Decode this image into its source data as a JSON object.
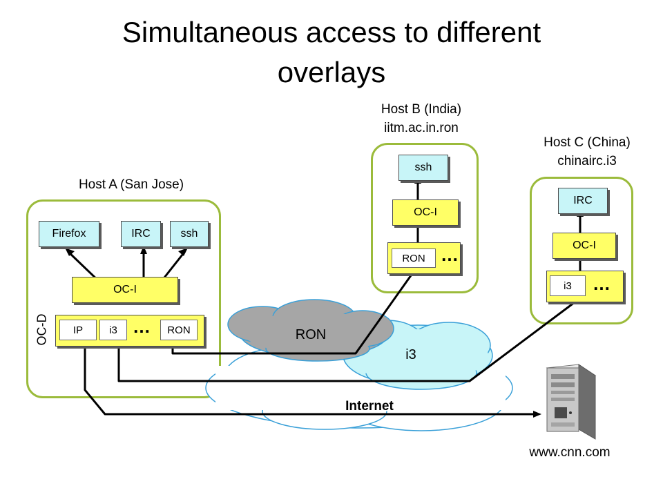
{
  "title": {
    "line1": "Simultaneous access to different",
    "line2": "overlays"
  },
  "host_a": {
    "label": "Host A (San Jose)",
    "apps": [
      "Firefox",
      "IRC",
      "ssh"
    ],
    "oc_i": "OC-I",
    "oc_d": "OC-D",
    "overlays": [
      "IP",
      "i3",
      "RON"
    ],
    "ellipsis": "…"
  },
  "host_b": {
    "label_line1": "Host B (India)",
    "label_line2": "iitm.ac.in.ron",
    "app": "ssh",
    "oc_i": "OC-I",
    "overlay": "RON",
    "ellipsis": "…"
  },
  "host_c": {
    "label_line1": "Host C (China)",
    "label_line2": "chinairc.i3",
    "app": "IRC",
    "oc_i": "OC-I",
    "overlay": "i3",
    "ellipsis": "…"
  },
  "clouds": {
    "ron": "RON",
    "i3": "i3",
    "internet": "Internet"
  },
  "server": {
    "label": "www.cnn.com"
  },
  "colors": {
    "host_border": "#9bbb3b",
    "app_box": "#c8f5f8",
    "oc_box": "#ffff66",
    "ron_cloud": "#a6a6a6",
    "i3_cloud": "#c8f5f8",
    "internet_outline": "#3aa0d8"
  }
}
